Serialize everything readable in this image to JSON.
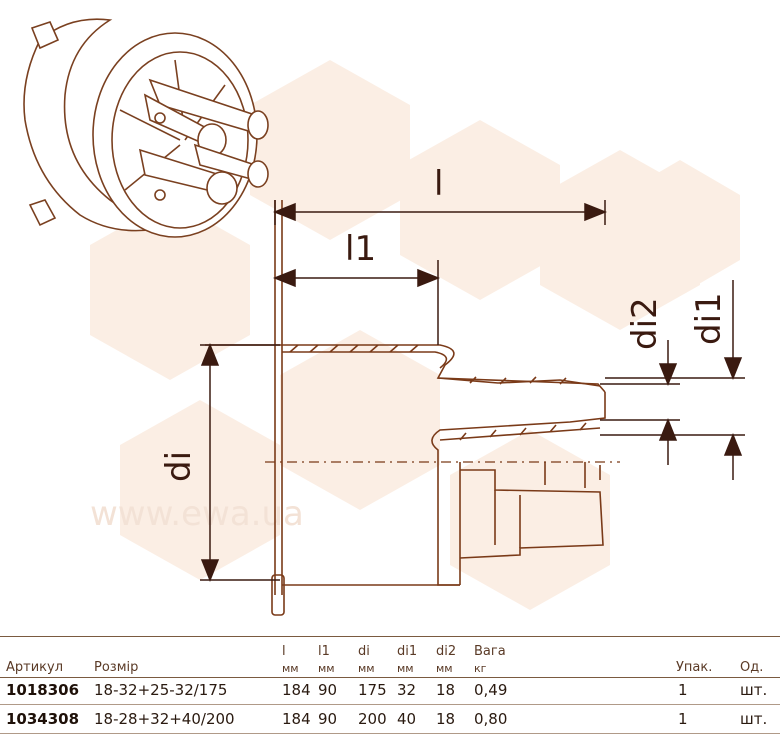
{
  "drawing": {
    "dim_l": "l",
    "dim_l1": "l1",
    "dim_di": "di",
    "dim_di1": "di1",
    "dim_di2": "di2",
    "watermark": "www.ewa.ua"
  },
  "colors": {
    "line": "#7a2a14",
    "watermark": "#f7e6da"
  },
  "table": {
    "headers": {
      "article": "Артикул",
      "size": "Розмір",
      "l": "l",
      "l1": "l1",
      "di": "di",
      "di1": "di1",
      "di2": "di2",
      "weight": "Вага",
      "pack": "Упак.",
      "unit": "Од."
    },
    "units": {
      "l": "мм",
      "l1": "мм",
      "di": "мм",
      "di1": "мм",
      "di2": "мм",
      "weight": "кг"
    },
    "rows": [
      {
        "article": "1018306",
        "size": "18-32+25-32/175",
        "l": "184",
        "l1": "90",
        "di": "175",
        "di1": "32",
        "di2": "18",
        "weight": "0,49",
        "pack": "1",
        "unit": "шт."
      },
      {
        "article": "1034308",
        "size": "18-28+32+40/200",
        "l": "184",
        "l1": "90",
        "di": "200",
        "di1": "40",
        "di2": "18",
        "weight": "0,80",
        "pack": "1",
        "unit": "шт."
      }
    ]
  }
}
